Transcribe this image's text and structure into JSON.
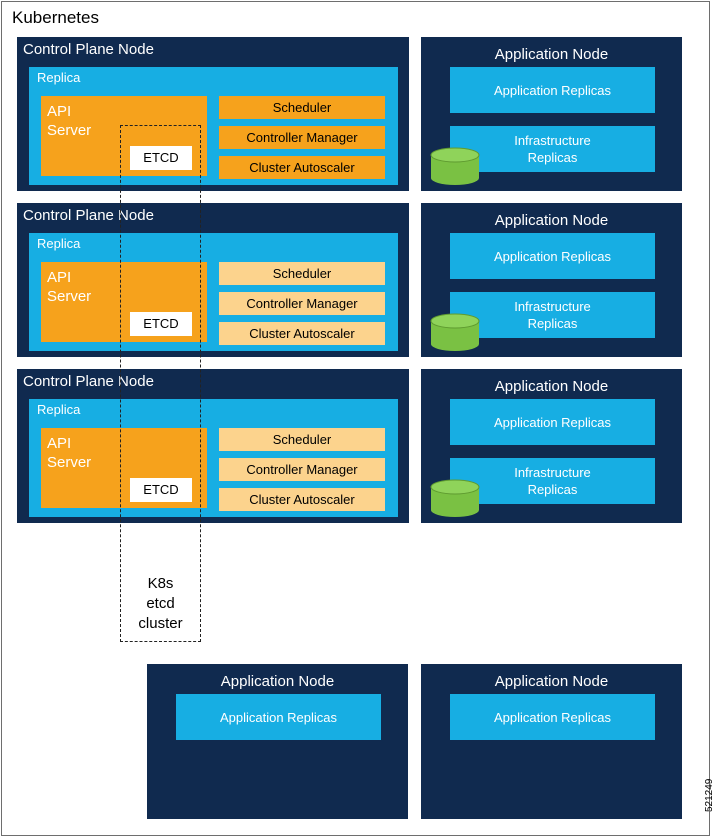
{
  "title": "Kubernetes",
  "control_plane": {
    "node_title": "Control Plane Node",
    "replica_label": "Replica",
    "api_server": "API Server",
    "etcd": "ETCD",
    "components": [
      "Scheduler",
      "Controller Manager",
      "Cluster Autoscaler"
    ]
  },
  "app_node": {
    "title": "Application Node",
    "app_replicas": "Application Replicas",
    "infra_replicas": "Infrastructure Replicas"
  },
  "etcd_cluster_label": "K8s\netcd\ncluster",
  "figure_number": "521249",
  "colors": {
    "node_bg": "#102a4f",
    "replica_bg": "#17aee3",
    "active_orange": "#f6a21c",
    "standby_orange": "#fcd38d",
    "disk_green": "#7ac143"
  }
}
